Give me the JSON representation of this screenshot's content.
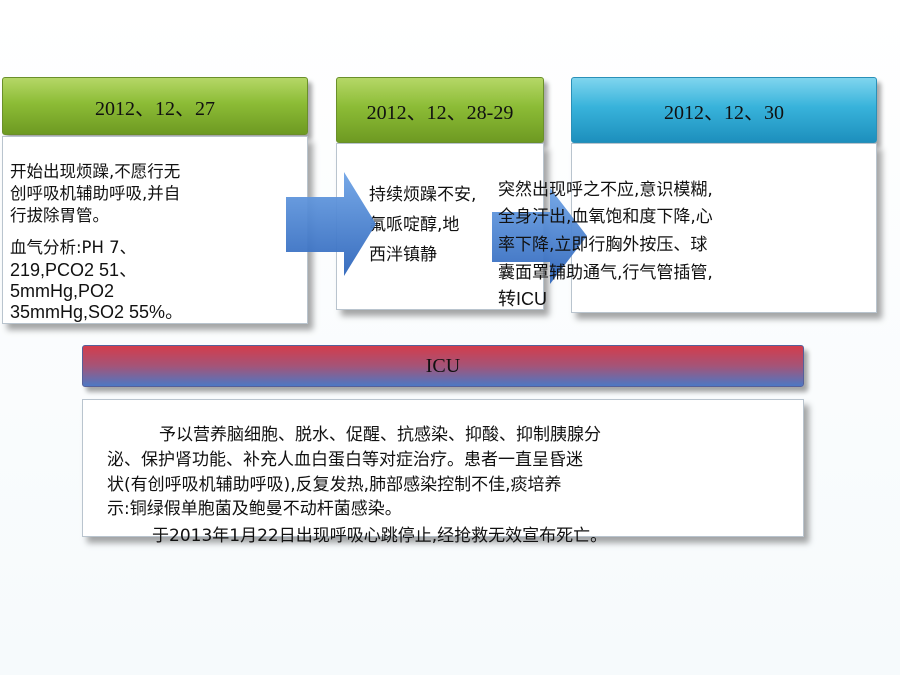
{
  "col1": {
    "date": "2012、12、27",
    "lines": [
      "开始出现烦躁,不愿行无",
      "创呼吸机辅助呼吸,并自",
      "行拔除胃管。"
    ],
    "blood_lines": [
      "血气分析:PH 7、",
      "219,PCO2 51、",
      "5mmHg,PO2",
      "35mmHg,SO2 55%。"
    ]
  },
  "col2": {
    "date": "2012、12、28-29",
    "lines": [
      "持续烦躁不安,",
      "氟哌啶醇,地",
      "西泮镇静"
    ]
  },
  "col3": {
    "date": "2012、12、30",
    "lines": [
      "突然出现呼之不应,意识模糊,",
      "全身汗出,血氧饱和度下降,心",
      "率下降,立即行胸外按压、球",
      "囊面罩辅助通气,行气管插管,",
      "转ICU"
    ]
  },
  "icu": {
    "title": "ICU",
    "lines": [
      "予以营养脑细胞、脱水、促醒、抗感染、抑酸、抑制胰腺分",
      "泌、保护肾功能、补充人血白蛋白等对症治疗。患者一直呈昏迷",
      "状(有创呼吸机辅助呼吸),反复发热,肺部感染控制不佳,痰培养",
      "示:铜绿假单胞菌及鲍曼不动杆菌感染。",
      "于2013年1月22日出现呼吸心跳停止,经抢救无效宣布死亡。"
    ]
  },
  "colors": {
    "green_head": "#8cbc36",
    "blue_head": "#38b3db",
    "arrow": "#3f7fd0",
    "icu_top": "#d33c4c",
    "icu_bottom": "#4d78c4"
  }
}
